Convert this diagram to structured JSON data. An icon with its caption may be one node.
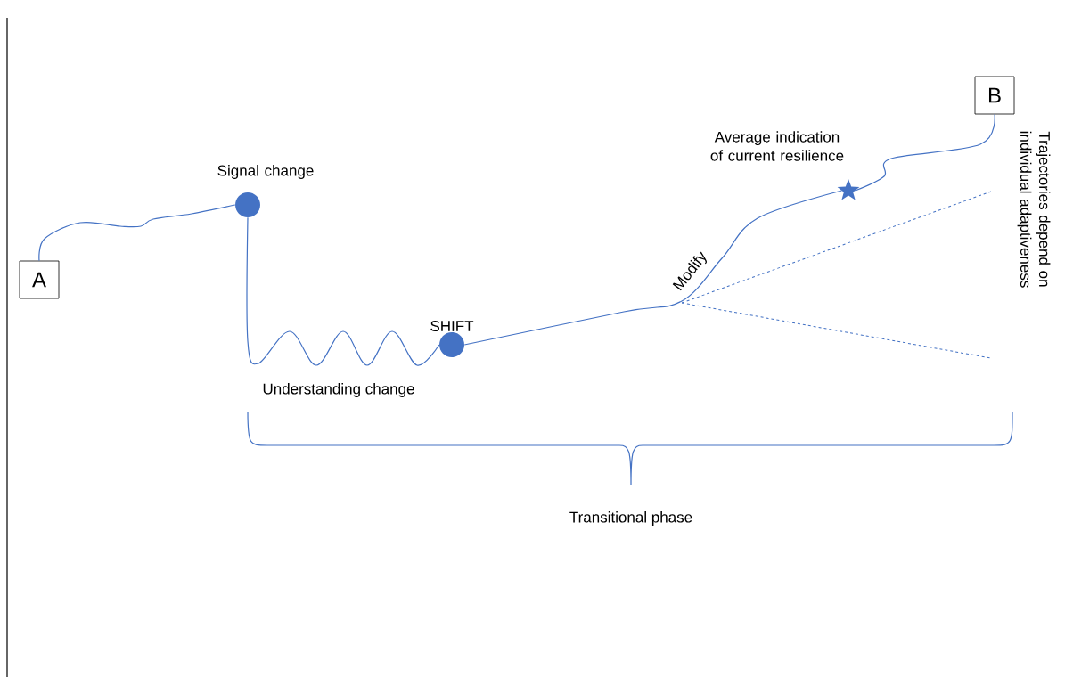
{
  "diagram": {
    "nodes": [
      {
        "text": [
          "A"
        ]
      },
      {
        "text": [
          "B"
        ]
      },
      {
        "text": [],
        "shape": "circle",
        "beside": [
          "Signal change"
        ]
      },
      {
        "text": [],
        "shape": "circle",
        "beside": [
          "SHIFT"
        ]
      },
      {
        "text": [],
        "shape": "star",
        "beside": [
          "Average indication of current resilience"
        ]
      }
    ],
    "edges": [
      {
        "from": 0,
        "to": 2,
        "arrow": "none"
      },
      {
        "from": 2,
        "to": 3,
        "arrow": "none"
      },
      {
        "from": 3,
        "to": 4,
        "arrow": "none",
        "label": "Modify"
      },
      {
        "from": 4,
        "to": 1,
        "arrow": "none"
      }
    ],
    "labels": [
      "Understanding change",
      "Transitional phase",
      "Trajectories depend on individual adaptiveness"
    ]
  }
}
